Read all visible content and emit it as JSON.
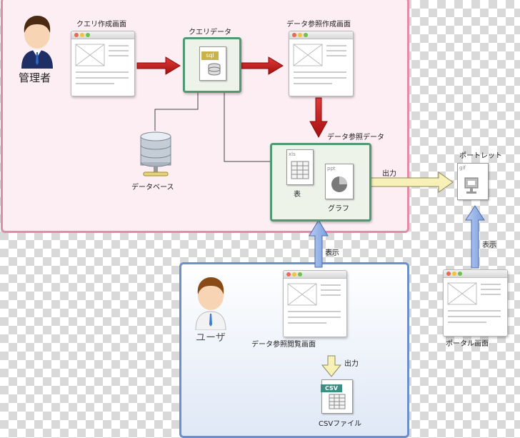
{
  "admin_section": {
    "role_label": "管理者",
    "query_screen_label": "クエリ作成画面",
    "query_data_label": "クエリデータ",
    "query_file_tag": "sql",
    "ref_screen_label": "データ参照作成画面",
    "database_label": "データベース",
    "ref_data_label": "データ参照データ",
    "table_label": "表",
    "graph_label": "グラフ",
    "table_file_tag": "xls",
    "graph_file_tag": "ppt"
  },
  "portlet": {
    "output_label": "出力",
    "portlet_label": "ポートレット",
    "display_label": "表示",
    "portal_screen_label": "ポータル画面",
    "portlet_file_tag": "gif"
  },
  "user_section": {
    "role_label": "ユーザ",
    "display_label": "表示",
    "browse_screen_label": "データ参照閲覧画面",
    "output_label": "出力",
    "csv_tag": "CSV",
    "csv_label": "CSVファイル"
  },
  "colors": {
    "admin_border": "#e58aa8",
    "user_border": "#6f8fc8",
    "red_arrow": "#cc1b1b",
    "blue_arrow": "#8fb0e6",
    "yellow_arrow": "#f7f1b8",
    "data_frame": "#4f9a72"
  }
}
